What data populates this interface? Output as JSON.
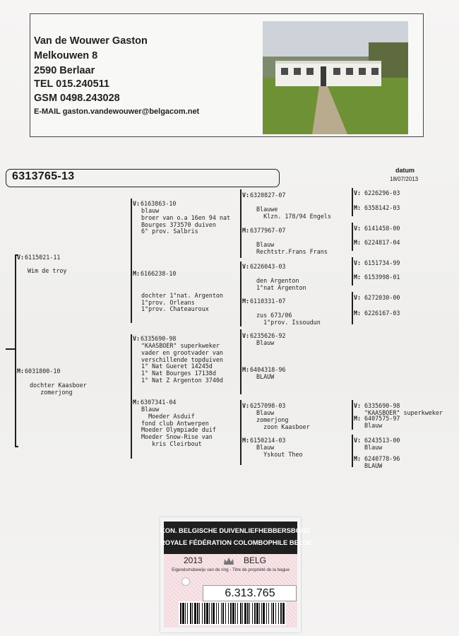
{
  "header": {
    "name": "Van de Wouwer Gaston",
    "street": "Melkouwen 8",
    "city": "2590 Berlaar",
    "tel": "TEL  015.240511",
    "gsm": "GSM 0498.243028",
    "email": "E-MAIL gaston.vandewouwer@belgacom.net"
  },
  "ring_number": "6313765-13",
  "datum_label": "datum",
  "datum_value": "18/07/2013",
  "pedigree": {
    "g1": {
      "sire": {
        "tag": "V:",
        "ring": "6115021-11",
        "lines": [
          "Wim de troy"
        ]
      },
      "dam": {
        "tag": "M:",
        "ring": "6031800-10",
        "lines": [
          "dochter Kaasboer",
          "   zomerjong"
        ]
      }
    },
    "g2": [
      {
        "tag": "V:",
        "ring": "6163863-10",
        "lines": [
          "blauw",
          "broer van o.a 16en 94 nat",
          "Bourges 373570 duiven",
          "6° prov. Salbris"
        ]
      },
      {
        "tag": "M:",
        "ring": "6166238-10",
        "lines": [
          "",
          "dochter 1°nat. Argenton",
          "1°prov. Orleans",
          "1°prov. Chateauroux"
        ]
      },
      {
        "tag": "V:",
        "ring": "6335690-98",
        "lines": [
          "\"KAASBOER\" superkweker",
          "vader en grootvader van",
          "verschillende topduiven",
          "1° Nat Gueret 14245d",
          "1° Nat Bourges 17138d",
          "1° Nat Z Argenton 3740d"
        ]
      },
      {
        "tag": "M:",
        "ring": "6307341-04",
        "lines": [
          "Blauw",
          "  Moeder Asduif",
          "fond club Antwerpen",
          "Moeder Olympiade duif",
          "Moeder Snow-Rise van",
          "   kris Cleirbout"
        ]
      }
    ],
    "g3": [
      {
        "tag": "V:",
        "ring": "6320827-07",
        "lines": [
          "",
          "Blauwe",
          "  Klzn. 178/94 Engels"
        ]
      },
      {
        "tag": "M:",
        "ring": "6377967-07",
        "lines": [
          "",
          "Blauw",
          "Rechtstr.Frans Frans"
        ]
      },
      {
        "tag": "V:",
        "ring": "6226043-03",
        "lines": [
          "",
          "den Argenton",
          "1°nat Argenton"
        ]
      },
      {
        "tag": "M:",
        "ring": "6110331-07",
        "lines": [
          "",
          "zus 673/06",
          "  1°prov. Issoudun"
        ]
      },
      {
        "tag": "V:",
        "ring": "6235626-92",
        "lines": [
          "Blauw"
        ]
      },
      {
        "tag": "M:",
        "ring": "6404318-96",
        "lines": [
          "BLAUW"
        ]
      },
      {
        "tag": "V:",
        "ring": "6257098-03",
        "lines": [
          "Blauw",
          "zomerjong",
          "  zoon Kaasboer"
        ]
      },
      {
        "tag": "M:",
        "ring": "6150214-03",
        "lines": [
          "Blauw",
          "  Yskout Theo"
        ]
      }
    ],
    "g4": [
      {
        "tag": "V:",
        "ring": "6226296-03",
        "lines": []
      },
      {
        "tag": "M:",
        "ring": "6358142-03",
        "lines": []
      },
      {
        "tag": "V:",
        "ring": "6141458-00",
        "lines": []
      },
      {
        "tag": "M:",
        "ring": "6224817-04",
        "lines": []
      },
      {
        "tag": "V:",
        "ring": "6151734-99",
        "lines": []
      },
      {
        "tag": "M:",
        "ring": "6153998-01",
        "lines": []
      },
      {
        "tag": "V:",
        "ring": "6272030-00",
        "lines": []
      },
      {
        "tag": "M:",
        "ring": "6226167-03",
        "lines": []
      },
      {
        "tag": "V:",
        "ring": "6335690-98",
        "lines": [
          "\"KAASBOER\" superkweker"
        ]
      },
      {
        "tag": "M:",
        "ring": "6407575-97",
        "lines": [
          "Blauw"
        ]
      },
      {
        "tag": "V:",
        "ring": "6243513-00",
        "lines": [
          "Blauw"
        ]
      },
      {
        "tag": "M:",
        "ring": "6240778-96",
        "lines": [
          "BLAUW"
        ]
      }
    ]
  },
  "card": {
    "line1": "KON. BELGISCHE DUIVENLIEFHEBBERSBOND",
    "line2": "ROYALE FÉDÉRATION COLOMBOPHILE BELGE",
    "year": "2013",
    "country": "BELG",
    "small": "Eigendomsbewijs van de ring - Titre de propriété de la bague",
    "number": "6.313.765"
  }
}
